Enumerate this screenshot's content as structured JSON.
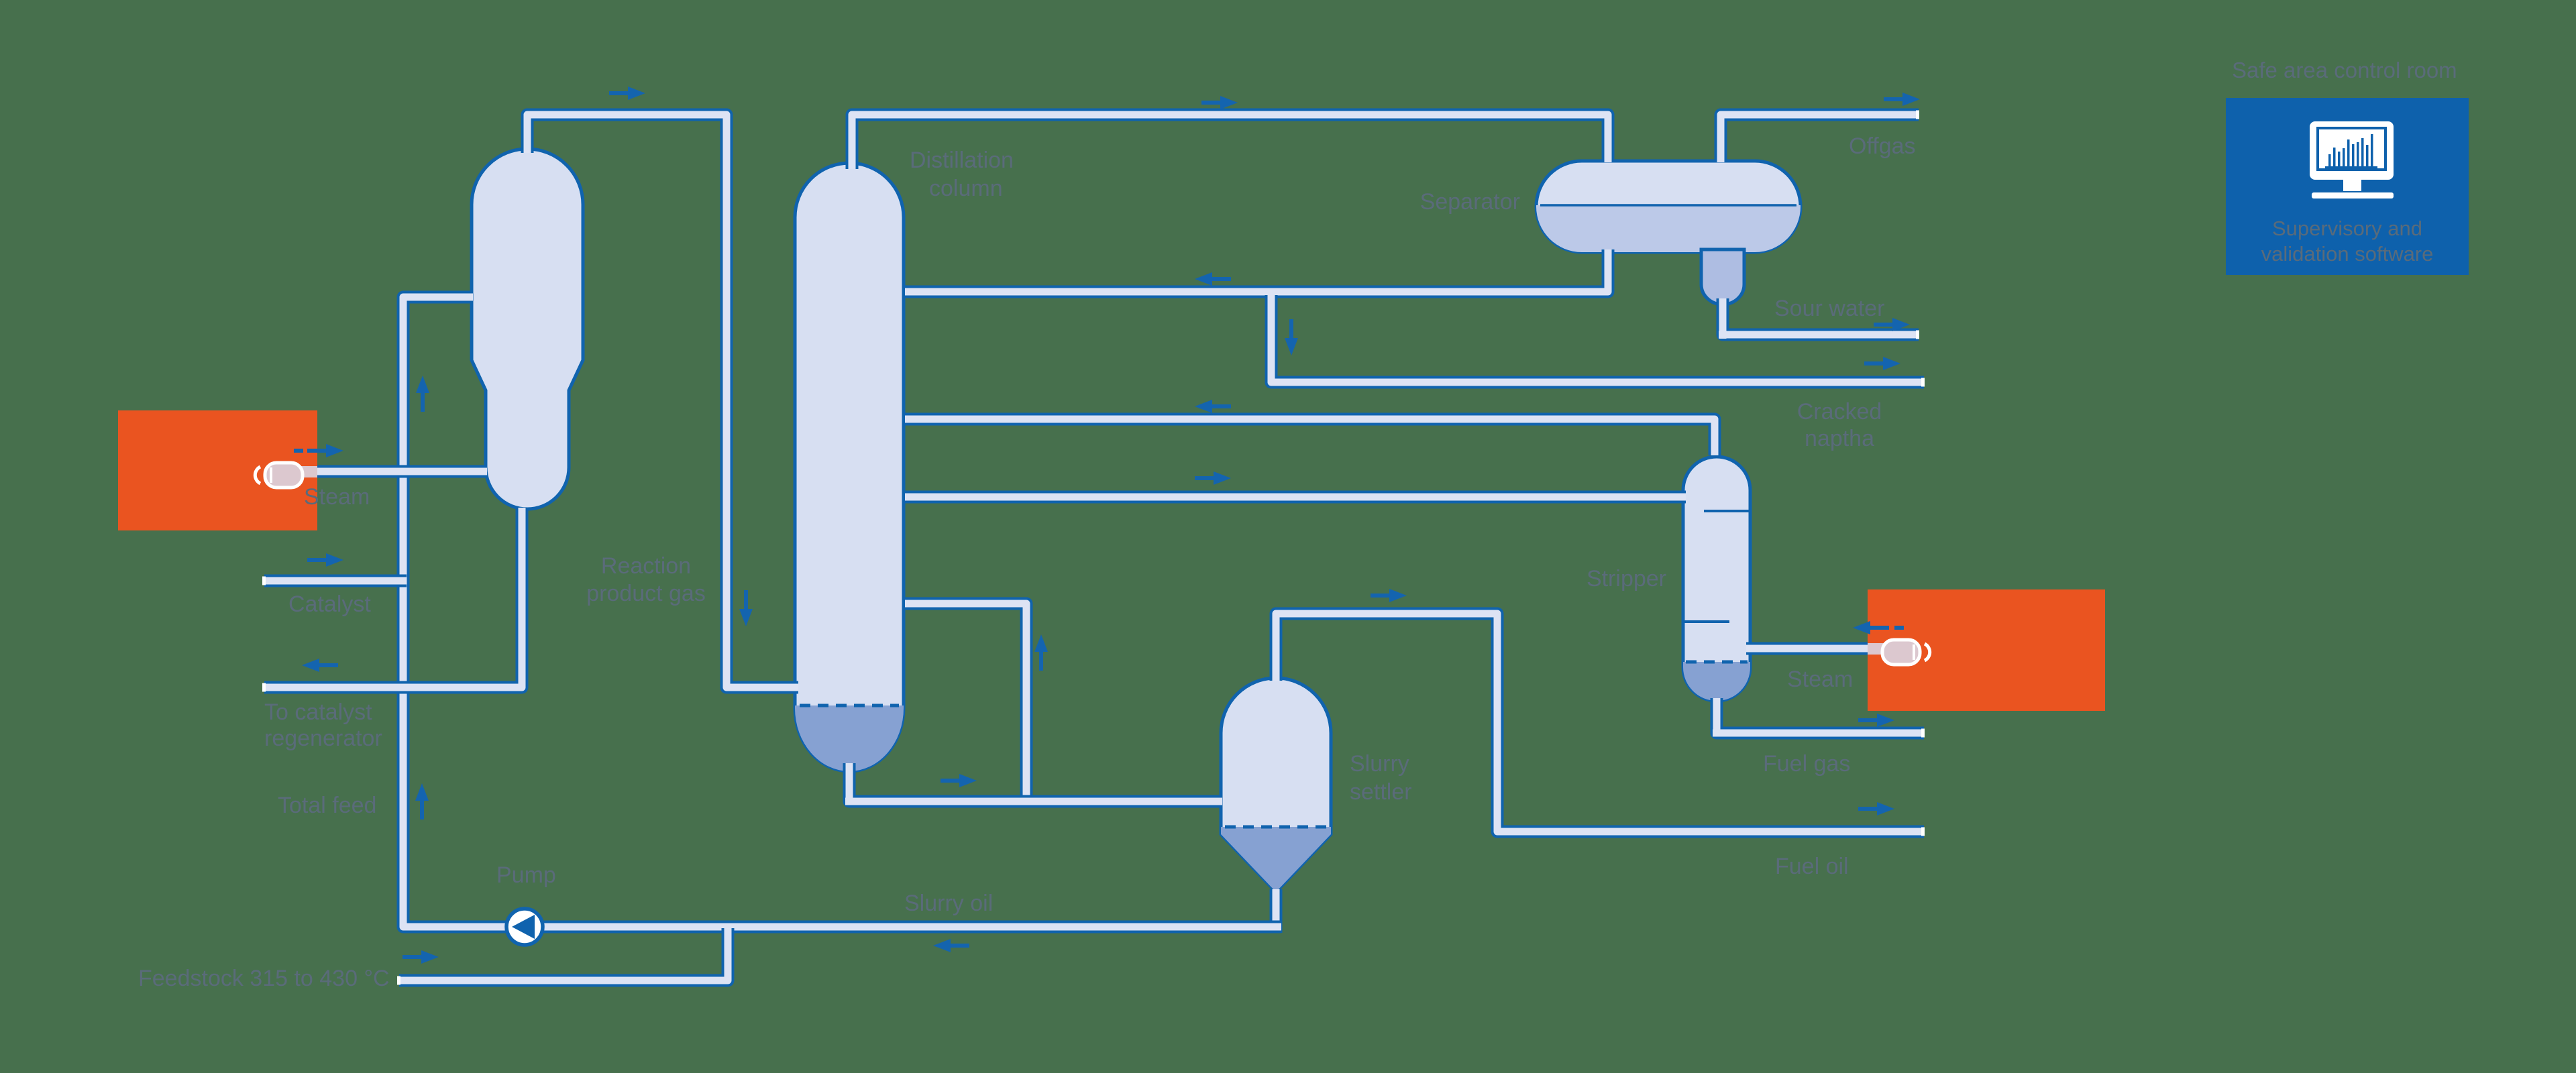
{
  "control_room": {
    "title": "Safe area control room",
    "software_line1": "Supervisory and",
    "software_line2": "validation software"
  },
  "labels": {
    "distillation_line1": "Distillation",
    "distillation_line2": "column",
    "separator": "Separator",
    "offgas": "Offgas",
    "sour_water": "Sour water",
    "cracked_naptha_line1": "Cracked",
    "cracked_naptha_line2": "naptha",
    "stripper": "Stripper",
    "steam_right": "Steam",
    "fuel_gas": "Fuel gas",
    "fuel_oil": "Fuel oil",
    "reaction_line1": "Reaction",
    "reaction_line2": "product gas",
    "steam_left": "Steam",
    "catalyst": "Catalyst",
    "regenerator_line1": "To catalyst",
    "regenerator_line2": "regenerator",
    "total_feed": "Total feed",
    "pump": "Pump",
    "slurry_oil": "Slurry oil",
    "slurry_settler_line1": "Slurry",
    "slurry_settler_line2": "settler",
    "feedstock": "Feedstock 315 to 430 °C"
  },
  "colors": {
    "background": "#47704d",
    "line_blue": "#1063ae",
    "arrow_blue": "#1464af",
    "pipe_fill": "#dde3f4",
    "vessel_fill": "#d7dff2",
    "liquid_light": "#bcc9e8",
    "liquid_dark": "#86a1d2",
    "boot_liquid": "#aebde2",
    "furnace_orange": "#ea5420",
    "control_box_blue": "#0e61ac",
    "label_gray": "#5a6b7a",
    "nozzle_pink": "#dcc8cf"
  }
}
